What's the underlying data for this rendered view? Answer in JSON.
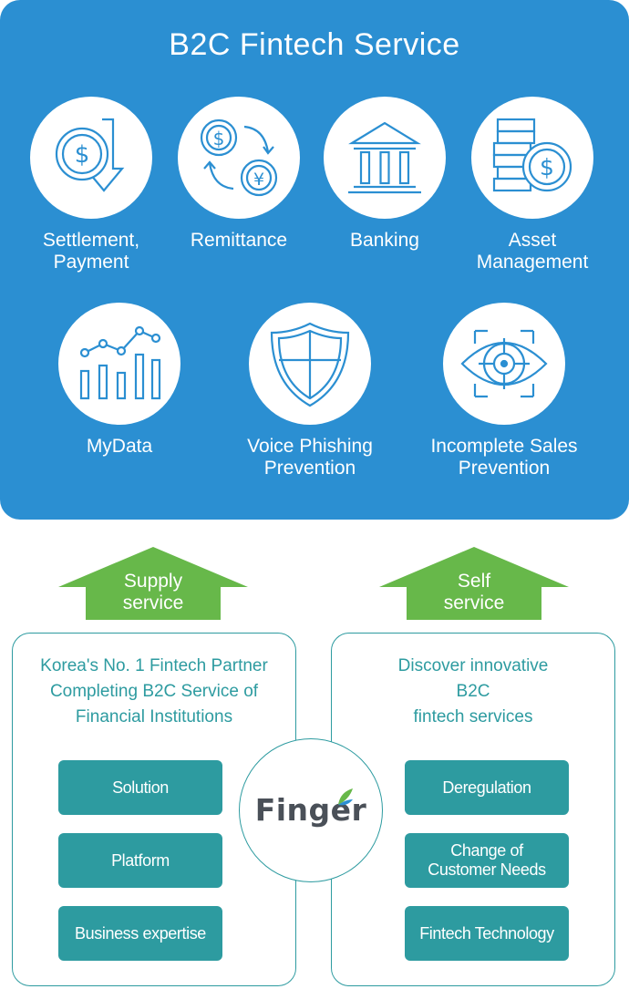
{
  "panel": {
    "title": "B2C Fintech Service",
    "services_row1": [
      {
        "label": "Settlement,\nPayment",
        "icon": "coin-down-arrow-icon"
      },
      {
        "label": "Remittance",
        "icon": "currency-exchange-icon"
      },
      {
        "label": "Banking",
        "icon": "bank-icon"
      },
      {
        "label": "Asset\nManagement",
        "icon": "coin-stack-icon"
      }
    ],
    "services_row2": [
      {
        "label": "MyData",
        "icon": "bar-line-chart-icon"
      },
      {
        "label": "Voice Phishing\nPrevention",
        "icon": "shield-icon"
      },
      {
        "label": "Incomplete Sales\nPrevention",
        "icon": "eye-scan-icon"
      }
    ]
  },
  "arrows": {
    "supply": "Supply\nservice",
    "self": "Self\nservice"
  },
  "left_box": {
    "heading": "Korea's No. 1 Fintech Partner\nCompleting B2C Service of\nFinancial Institutions",
    "items": [
      "Solution",
      "Platform",
      "Business expertise"
    ]
  },
  "right_box": {
    "heading": "Discover innovative\nB2C\nfintech services",
    "items": [
      "Deregulation",
      "Change of\nCustomer Needs",
      "Fintech Technology"
    ]
  },
  "hub": {
    "logo": "Finger"
  },
  "colors": {
    "panel": "#2b8fd2",
    "icon_stroke": "#2b8fd2",
    "arrow": "#67b84a",
    "teal": "#2d9ba0"
  }
}
